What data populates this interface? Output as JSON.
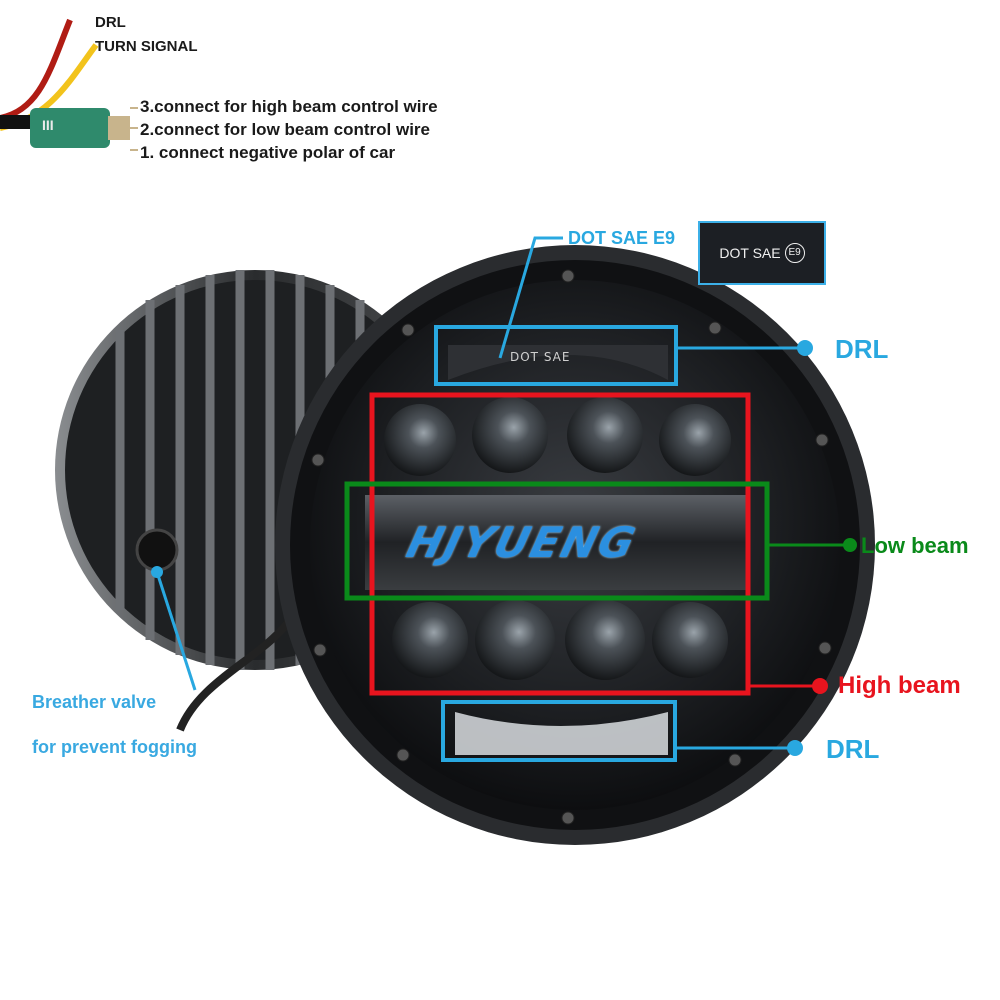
{
  "wiring": {
    "drl_label": "DRL",
    "turn_signal_label": "TURN SIGNAL",
    "pin3": "3.connect for high beam control wire",
    "pin2": "2.connect for low beam control wire",
    "pin1": "1. connect negative polar of car",
    "plug_text": "III",
    "colors": {
      "drl_wire": "#b01c14",
      "turn_wire": "#f2c31c",
      "plug": "#2f8a6c"
    }
  },
  "callouts": {
    "dot_sae": "DOT SAE E9",
    "badge_text": "DOT SAE",
    "badge_mark": "E9",
    "engraving": "DOT SAE",
    "drl_top": "DRL",
    "low_beam": "Low beam",
    "high_beam": "High beam",
    "drl_bottom": "DRL",
    "breather_line1": "Breather valve",
    "breather_line2": "for prevent fogging"
  },
  "brand": "HJYUENG",
  "colors": {
    "blue": "#29a8e0",
    "green": "#0a8a1a",
    "red": "#e8141e"
  }
}
